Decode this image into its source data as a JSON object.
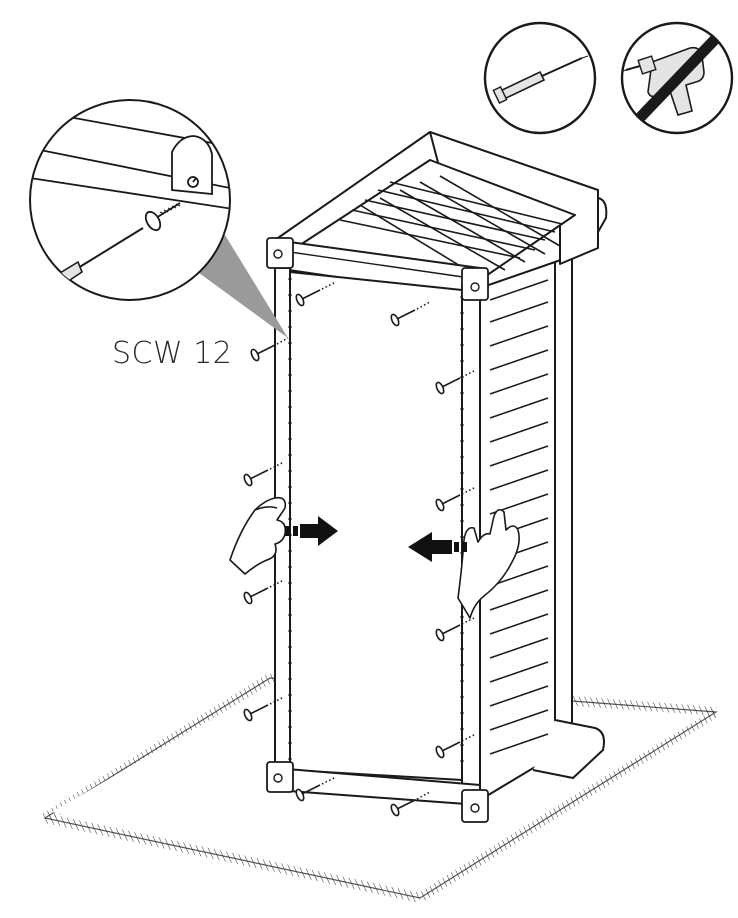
{
  "instruction": {
    "part_label": "SCW 12",
    "tools": [
      {
        "icon": "screwdriver-icon",
        "allowed": true
      },
      {
        "icon": "power-drill-icon",
        "allowed": false
      }
    ],
    "screw_count": 12,
    "push_direction": "inward"
  },
  "colors": {
    "line": "#1a1a1a",
    "prohibition": "#1a1a1a",
    "callout_wedge": "#9a9a9a",
    "arrow_fill": "#111111",
    "tool_grip": "#e4e4e4"
  }
}
